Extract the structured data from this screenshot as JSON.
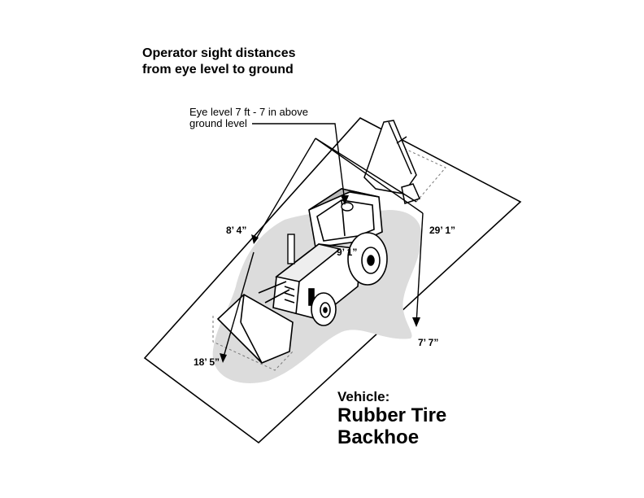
{
  "diagram": {
    "title_line1": "Operator sight distances",
    "title_line2": "from  eye level to ground",
    "eye_note_line1": "Eye level 7 ft - 7 in above",
    "eye_note_line2": "ground level",
    "measurements": {
      "left": "8’ 4”",
      "right": "29’ 1”",
      "center": "9’ 1”",
      "front_right": "7’ 7”",
      "front_left": "18’ 5”"
    },
    "vehicle_label": "Vehicle:",
    "vehicle_name_line1": "Rubber Tire",
    "vehicle_name_line2": "Backhoe"
  }
}
